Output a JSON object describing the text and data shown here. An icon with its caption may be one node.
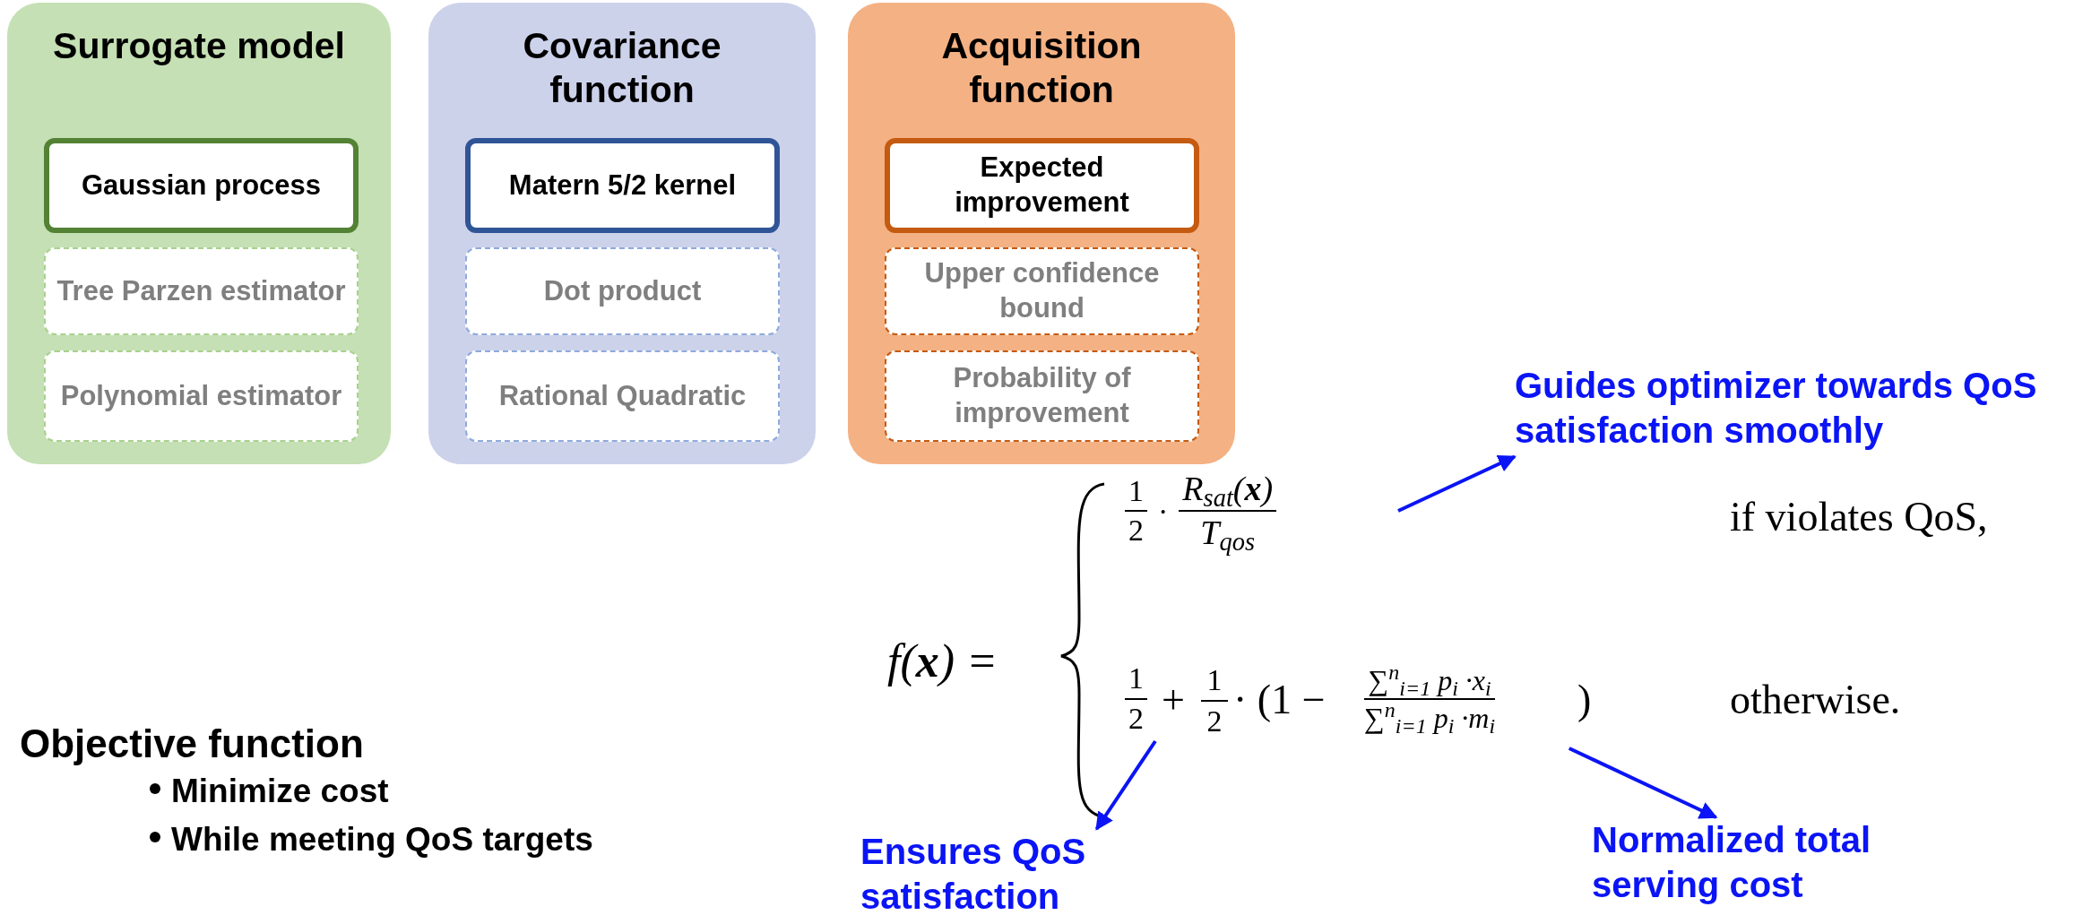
{
  "diagram": {
    "nodes": [
      {
        "text": [
          "Surrogate model"
        ]
      },
      {
        "text": [
          "Gaussian process"
        ],
        "in": 0
      },
      {
        "text": [
          "Tree Parzen estimator"
        ],
        "in": 0
      },
      {
        "text": [
          "Polynomial estimator"
        ],
        "in": 0
      },
      {
        "text": [
          "Covariance function"
        ]
      },
      {
        "text": [
          "Matern 5/2 kernel"
        ],
        "in": 4
      },
      {
        "text": [
          "Dot product"
        ],
        "in": 4
      },
      {
        "text": [
          "Rational Quadratic"
        ],
        "in": 4
      },
      {
        "text": [
          "Acquisition function"
        ]
      },
      {
        "text": [
          "Expected improvement"
        ],
        "in": 8
      },
      {
        "text": [
          "Upper confidence bound"
        ],
        "in": 8
      },
      {
        "text": [
          "Probability of improvement"
        ],
        "in": 8
      },
      {
        "text": [
          "Guides optimizer towards QoS satisfaction smoothly"
        ]
      },
      {
        "text": [
          "1",
          "2",
          "·",
          "R$_{sat}$(**x**)",
          "T$_{qos}$"
        ]
      },
      {
        "text": [
          "1",
          "2"
        ]
      },
      {
        "text": [
          "∑$^{n}$$_{i=1}$ p$_{i}$ ·x$_{i}$",
          "∑$^{n}$$_{i=1}$ p$_{i}$ ·m$_{i}$"
        ]
      },
      {
        "text": [
          "Ensures QoS satisfaction"
        ]
      },
      {
        "text": [
          "Normalized total serving cost"
        ]
      }
    ],
    "edges": [
      {
        "from": 13,
        "to": 12,
        "arrow": "to"
      },
      {
        "from": 14,
        "to": 16,
        "arrow": "to"
      },
      {
        "from": 15,
        "to": 17,
        "arrow": "to"
      }
    ],
    "labels": [
      "if violates QoS,",
      "f(**x**) =",
      "+",
      "1",
      "2",
      "· (1 −",
      ")",
      "otherwise.",
      "Objective function",
      "Minimize cost",
      "While meeting QoS targets"
    ]
  }
}
